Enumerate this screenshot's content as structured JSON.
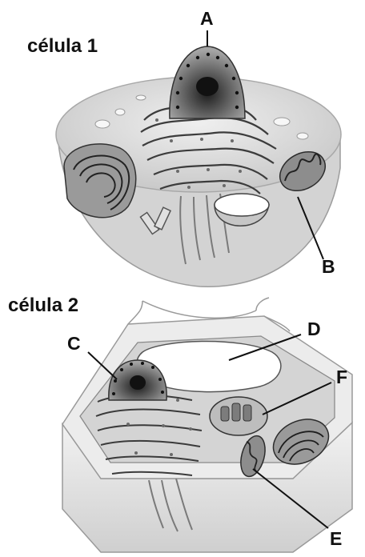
{
  "cell1": {
    "title": "célula 1"
  },
  "cell2": {
    "title": "célula 2"
  },
  "labels": {
    "a": "A",
    "b": "B",
    "c": "C",
    "d": "D",
    "e": "E",
    "f": "F"
  },
  "colors": {
    "cytoplasm": "#d9d9d9",
    "cell_membrane": "#bdbdbd",
    "cell_wall": "#e4e4e4",
    "nucleus": "#8a8a8a",
    "organelle_dark": "#3a3a3a",
    "leader_line": "#111111"
  }
}
